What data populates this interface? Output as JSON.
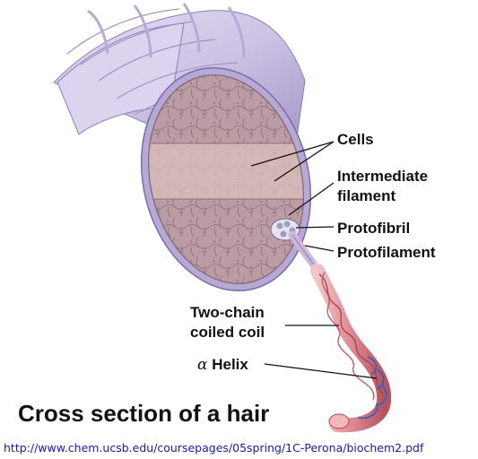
{
  "labels": {
    "cells": "Cells",
    "intermediate_filament": [
      "Intermediate",
      "filament"
    ],
    "protofibril": "Protofibril",
    "protofilament": "Protofilament",
    "two_chain_coiled_coil": [
      "Two-chain",
      "coiled coil"
    ],
    "alpha_symbol": "α",
    "helix": "Helix"
  },
  "caption": "Cross section of a hair",
  "source_url": "http://www.chem.ucsb.edu/coursepages/05spring/1C-Perona/biochem2.pdf",
  "colors": {
    "sheath": "#cfc3e6",
    "sheath_dark": "#8d7fb4",
    "cortex": "#b99aa2",
    "cortex_light": "#dfc7c2",
    "coil": "#d9737f",
    "coil_dark": "#a8444f",
    "helix_line": "#3a62b0"
  }
}
